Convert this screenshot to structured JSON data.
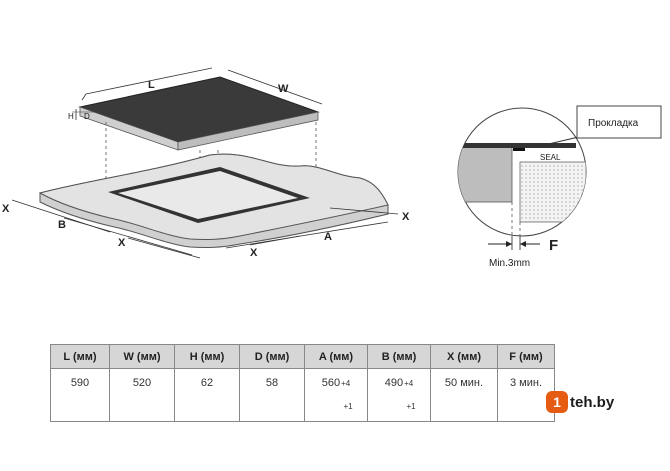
{
  "diagram": {
    "hob": {
      "L": "L",
      "W": "W",
      "H": "H",
      "D": "D"
    },
    "countertop": {
      "X": "X",
      "B": "B",
      "A": "A"
    },
    "detail": {
      "seal": "SEAL",
      "F": "F",
      "min_gap": "Min.3mm",
      "callout": "Прокладка"
    }
  },
  "table": {
    "headers": [
      "L (мм)",
      "W (мм)",
      "H (мм)",
      "D (мм)",
      "A (мм)",
      "B (мм)",
      "X (мм)",
      "F (мм)"
    ],
    "values": [
      "590",
      "520",
      "62",
      "58",
      "560",
      "490",
      "50 мин.",
      "3 мин."
    ],
    "tolerance_top": [
      "",
      "",
      "",
      "",
      "+4",
      "+4",
      "",
      ""
    ],
    "tolerance_bottom": [
      "",
      "",
      "",
      "",
      "+1",
      "+1",
      "",
      ""
    ]
  },
  "watermark": {
    "badge": "1",
    "text": "teh.by",
    "color": "#e55b12"
  }
}
